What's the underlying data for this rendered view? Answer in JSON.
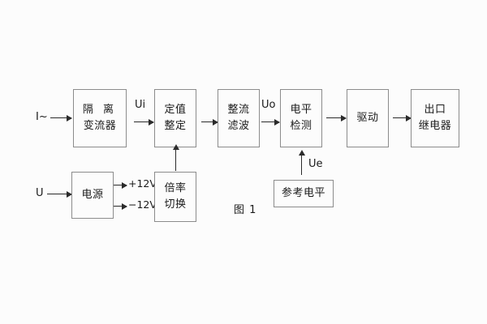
{
  "figure": {
    "caption": "图 1",
    "background": "#fcfcfc",
    "box_border_color": "#8c8c8c",
    "arrow_color": "#2b2b2b",
    "text_color": "#1a1a1a"
  },
  "inputs": [
    {
      "id": "current-input",
      "label": "I~"
    },
    {
      "id": "voltage-input",
      "label": "U"
    }
  ],
  "blocks": [
    {
      "id": "isolation-transformer",
      "line1": "隔 离",
      "line2": "变流器"
    },
    {
      "id": "setting-value",
      "line1": "定值",
      "line2": "整定"
    },
    {
      "id": "rectify-filter",
      "line1": "整流",
      "line2": "滤波"
    },
    {
      "id": "level-detection",
      "line1": "电平",
      "line2": "检测"
    },
    {
      "id": "driver",
      "line1": "驱动",
      "line2": ""
    },
    {
      "id": "output-relay",
      "line1": "出口",
      "line2": "继电器"
    },
    {
      "id": "power-supply",
      "line1": "电源",
      "line2": ""
    },
    {
      "id": "multiplier-switch",
      "line1": "倍率",
      "line2": "切换"
    },
    {
      "id": "reference-level",
      "line1": "参考电平",
      "line2": ""
    }
  ],
  "signals": [
    {
      "id": "ui",
      "label": "Ui"
    },
    {
      "id": "uo",
      "label": "Uo"
    },
    {
      "id": "ue",
      "label": "Ue"
    }
  ],
  "rails": [
    {
      "id": "rail-positive",
      "label": "+12V"
    },
    {
      "id": "rail-negative",
      "label": "−12V"
    }
  ]
}
